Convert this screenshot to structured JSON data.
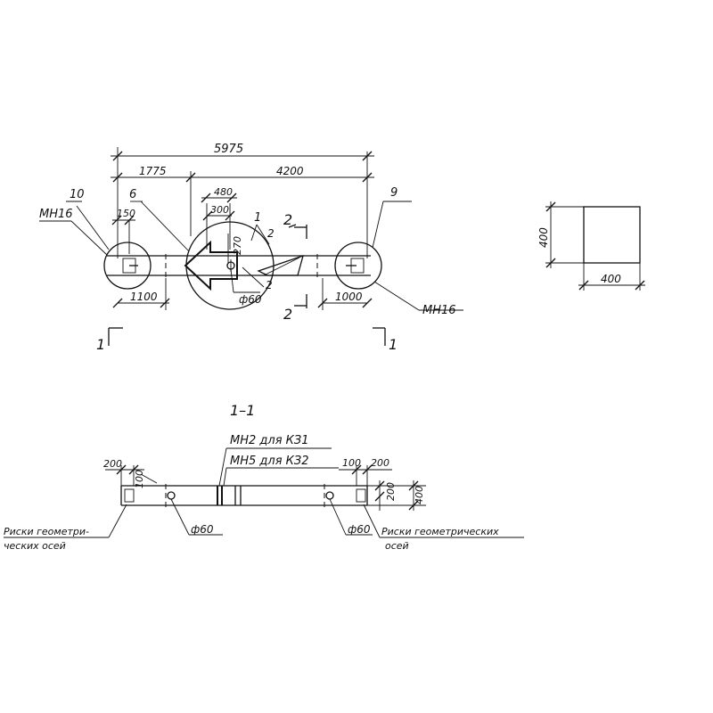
{
  "plan": {
    "dim_total": "5975",
    "dim_left": "1775",
    "dim_right": "4200",
    "dim_480": "480",
    "dim_300": "300",
    "dim_150": "150",
    "dim_270": "270",
    "dim_1100": "1100",
    "dim_1000": "1000",
    "phi60": "ф60",
    "pos_10": "10",
    "pos_6": "6",
    "pos_9": "9",
    "pos_1": "1",
    "pos_2a": "2",
    "pos_2b": "2",
    "cut_2_top": "2",
    "cut_2_bottom": "2",
    "mh16_left": "МН16",
    "mh16_right": "МН16",
    "cut_1_left": "1",
    "cut_1_right": "1"
  },
  "cross_section": {
    "dim_width": "400",
    "dim_height": "400"
  },
  "section": {
    "title": "1–1",
    "mh2_label": "МН2  для  КЗ1",
    "mh5_label": "МН5  для  КЗ2",
    "dim_200_left": "200",
    "dim_100_left": "100",
    "dim_100_right": "100",
    "dim_200_right": "200",
    "dim_200_vert": "200",
    "dim_400_vert": "400",
    "phi60_left": "ф60",
    "phi60_right": "ф60",
    "note_left_l1": "Риски геометри-",
    "note_left_l2": "ческих осей",
    "note_right_l1": "Риски геометрических",
    "note_right_l2": "осей"
  }
}
